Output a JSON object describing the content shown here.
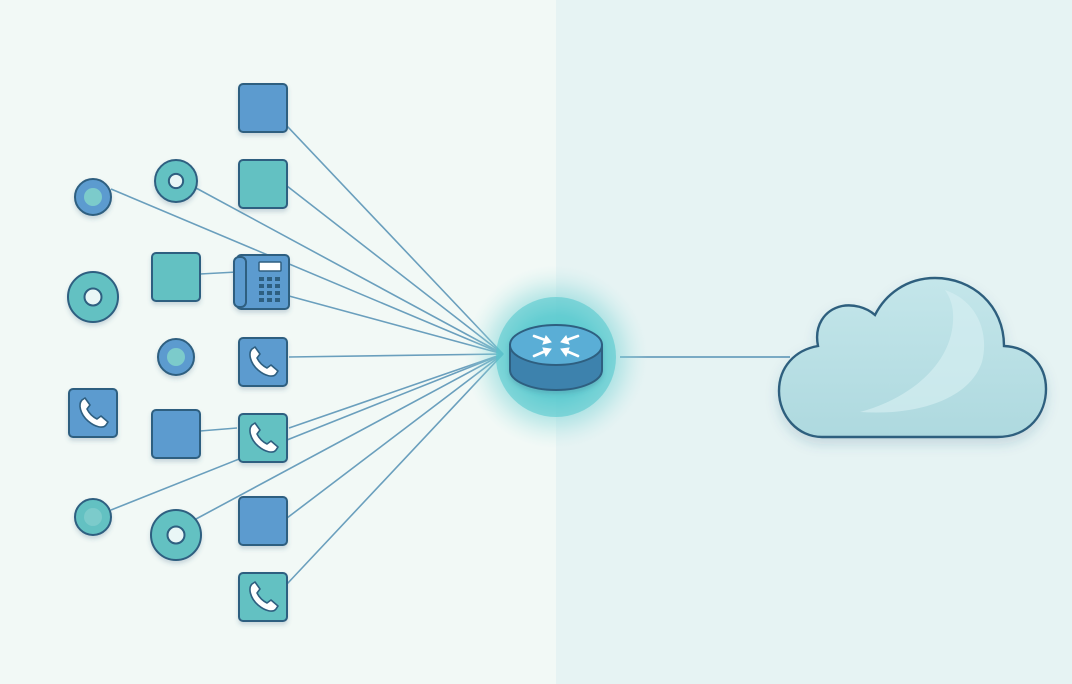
{
  "colors": {
    "background_left": "#f2f9f6",
    "background_right": "#e6f3f3",
    "link_line": "#6a9fbd",
    "outline": "#2f5f80",
    "blue_fill": "#5b9bcf",
    "teal_fill": "#63c1c2",
    "light_teal_fill": "#7ccbcb",
    "router_glow": "#4cc4cc",
    "router_top": "#5aaed6",
    "router_side": "#3d82ad",
    "cloud_fill": "#b9e1e6",
    "cloud_outline": "#2e5f7e"
  },
  "router": {
    "icon": "router-icon",
    "uplink": "cloud"
  },
  "cloud": {
    "icon": "cloud-icon"
  },
  "devices": [
    {
      "id": "square-top-1",
      "kind": "square",
      "fill": "blue",
      "linked": true
    },
    {
      "id": "square-top-2",
      "kind": "square",
      "fill": "teal",
      "linked": true
    },
    {
      "id": "ring-top",
      "kind": "ring",
      "fill": "teal",
      "linked": true
    },
    {
      "id": "dot-left-1",
      "kind": "dot",
      "fill": "blue",
      "linked": true
    },
    {
      "id": "square-mid-left",
      "kind": "square",
      "fill": "teal",
      "linked": "desk-phone"
    },
    {
      "id": "desk-phone",
      "kind": "desk-phone",
      "fill": "blue",
      "linked": true
    },
    {
      "id": "ring-left",
      "kind": "ring",
      "fill": "teal",
      "linked": false
    },
    {
      "id": "dot-mid",
      "kind": "dot",
      "fill": "blue",
      "linked": false
    },
    {
      "id": "phone-1",
      "kind": "phone",
      "fill": "blue",
      "linked": true
    },
    {
      "id": "phone-left",
      "kind": "phone",
      "fill": "blue",
      "linked": false
    },
    {
      "id": "square-lower-left",
      "kind": "square",
      "fill": "blue",
      "linked": "phone-2"
    },
    {
      "id": "phone-2",
      "kind": "phone",
      "fill": "teal",
      "linked": true
    },
    {
      "id": "dot-left-2",
      "kind": "dot",
      "fill": "teal",
      "linked": true
    },
    {
      "id": "ring-bottom",
      "kind": "ring",
      "fill": "teal",
      "linked": true
    },
    {
      "id": "square-bottom",
      "kind": "square",
      "fill": "blue",
      "linked": true
    },
    {
      "id": "phone-3",
      "kind": "phone",
      "fill": "teal",
      "linked": true
    }
  ]
}
